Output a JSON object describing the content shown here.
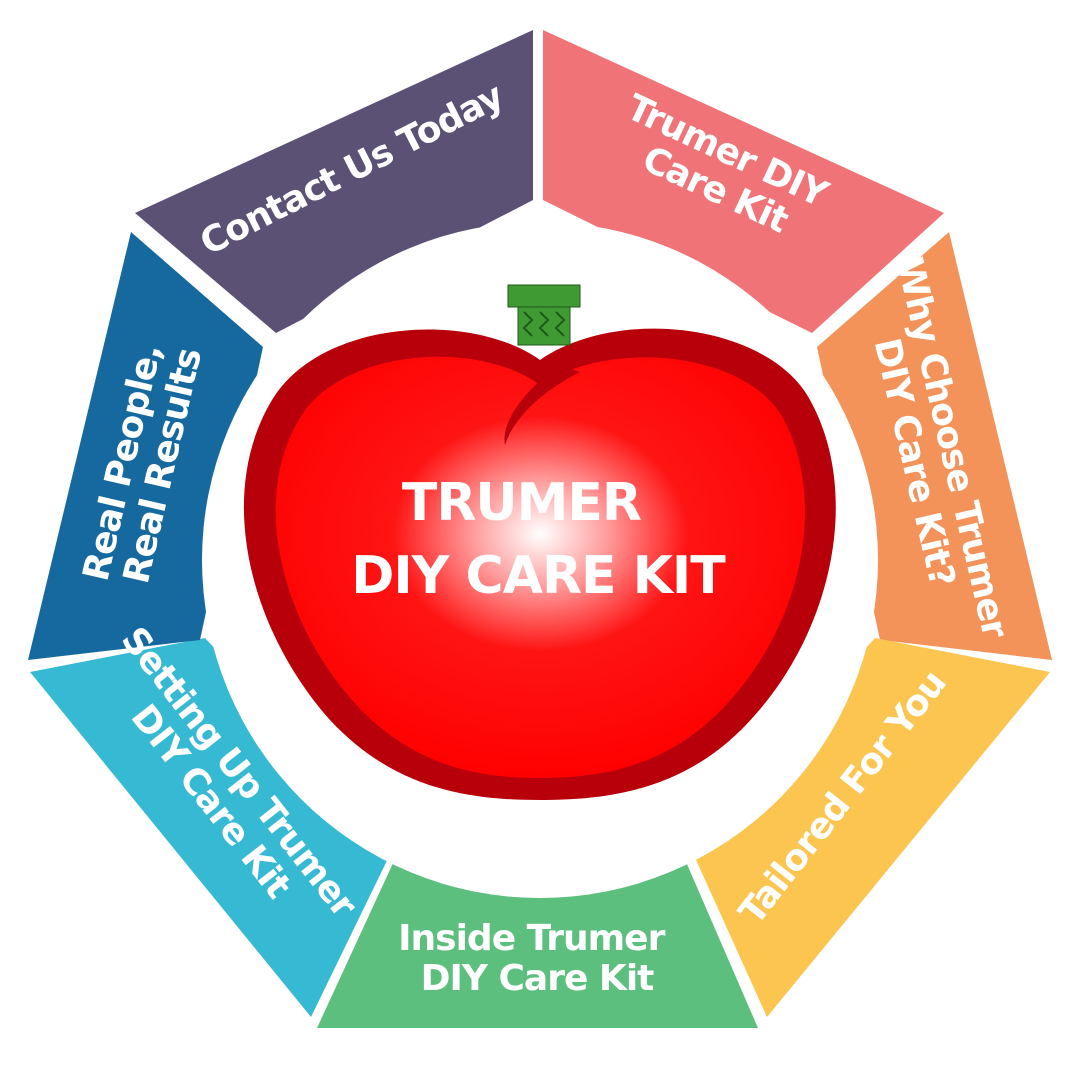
{
  "center": {
    "title_line1": "TRUMER",
    "title_line2": "DIY CARE KIT",
    "icon": "heart-apple-icon"
  },
  "segments": [
    {
      "id": "contact",
      "line1": "Contact Us Today",
      "line2": "",
      "color": "#5b5175"
    },
    {
      "id": "care-kit",
      "line1": "Trumer DIY",
      "line2": "Care Kit",
      "color": "#f07377"
    },
    {
      "id": "why-choose",
      "line1": "Why Choose Trumer",
      "line2": "DIY Care Kit?",
      "color": "#f3935a"
    },
    {
      "id": "tailored",
      "line1": "Tailored For You",
      "line2": "",
      "color": "#fbc54f"
    },
    {
      "id": "inside",
      "line1": "Inside Trumer",
      "line2": "DIY Care Kit",
      "color": "#5cbf7e"
    },
    {
      "id": "setting-up",
      "line1": "Setting Up Trumer",
      "line2": "DIY Care Kit",
      "color": "#36b9d3"
    },
    {
      "id": "real-people",
      "line1": "Real People,",
      "line2": "Real Results",
      "color": "#16699f"
    }
  ],
  "colors": {
    "heart_red": "#ff0000",
    "heart_outline": "#b8000b",
    "stem_green": "#3f9a34"
  }
}
